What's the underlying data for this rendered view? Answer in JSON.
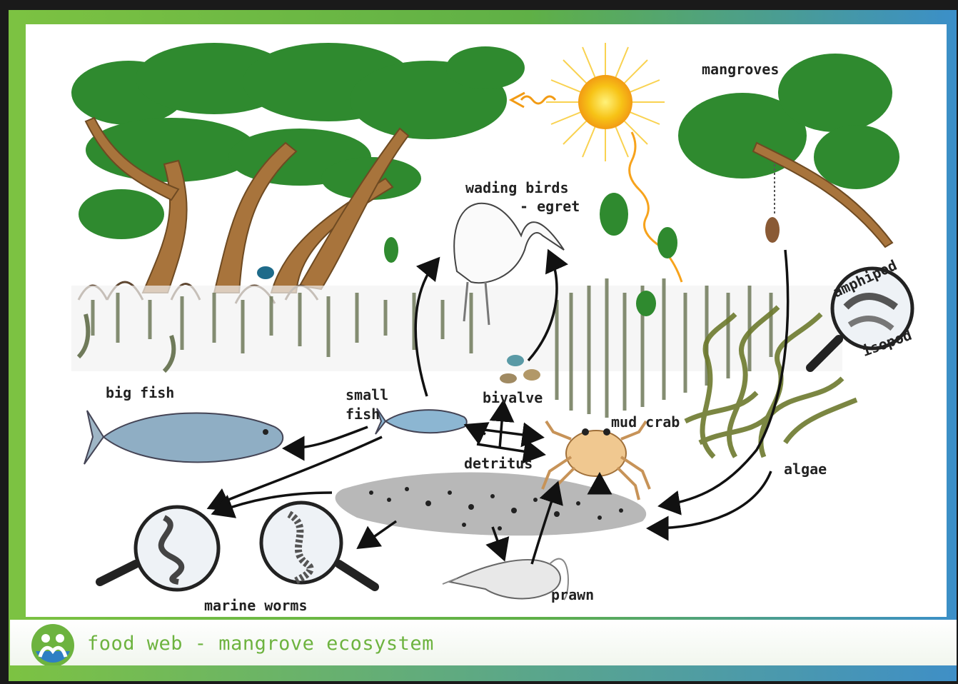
{
  "labels": {
    "mangroves": "mangroves",
    "wading_birds": "wading birds",
    "egret": "- egret",
    "amphipod": "amphipod",
    "isopod": "isopod",
    "big_fish": "big fish",
    "small_fish_1": "small",
    "small_fish_2": "fish",
    "bivalve": "bivalve",
    "mud_crab": "mud crab",
    "detritus": "detritus",
    "algae": "algae",
    "marine_worms": "marine worms",
    "prawn": "prawn"
  },
  "footer": {
    "title": "food web - mangrove ecosystem"
  },
  "colors": {
    "frame_green": "#7cc242",
    "frame_blue": "#3b8fc9",
    "footer_text": "#6db33f",
    "leaf": "#2f8a2f",
    "trunk": "#a8743c",
    "sun": "#f7c316"
  },
  "icons": {
    "logo": "people-circle-icon",
    "sun": "sun-icon"
  }
}
